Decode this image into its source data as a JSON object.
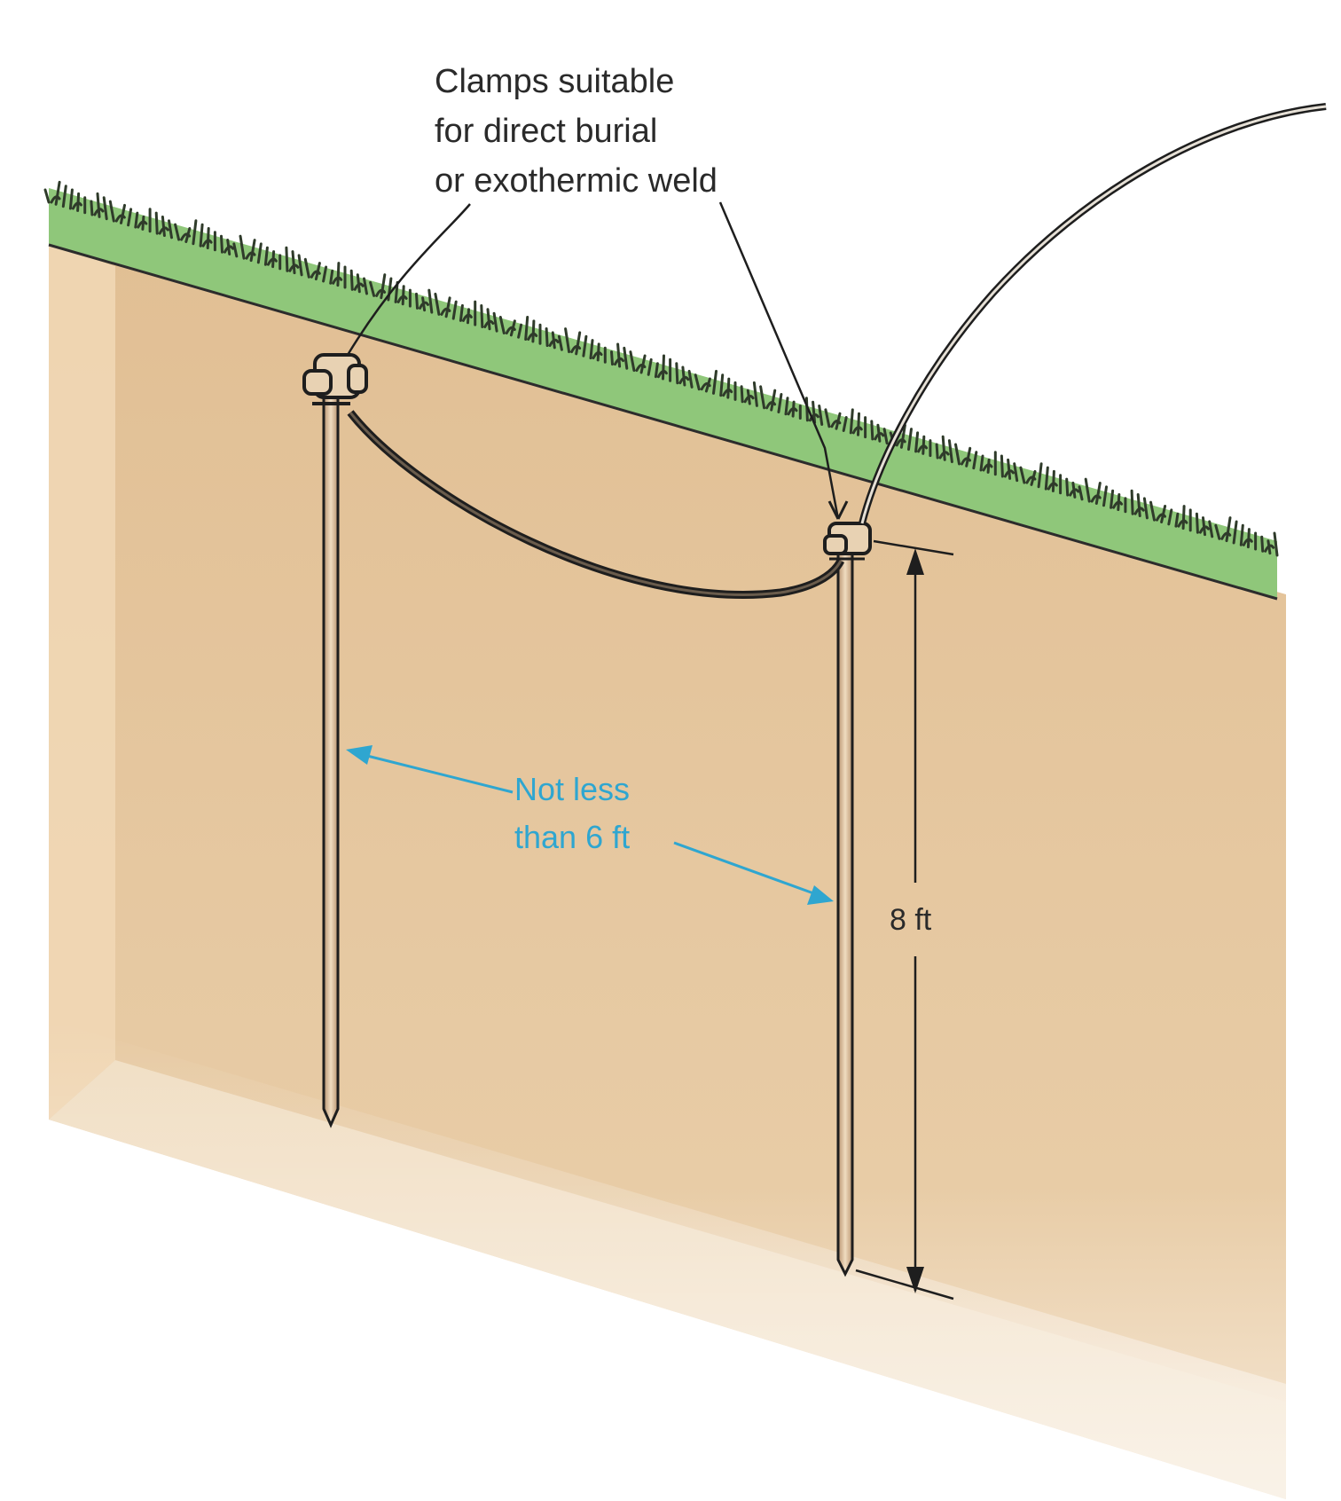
{
  "callout": {
    "lines": [
      "Clamps suitable",
      "for direct burial",
      "or exothermic weld"
    ]
  },
  "spacing": {
    "lines": [
      "Not less",
      "than 6 ft"
    ]
  },
  "depth": {
    "label": "8 ft"
  },
  "colors": {
    "soil": "#e4c49c",
    "soil_light": "#f3e1c9",
    "grass": "#8fc77a",
    "grass_dark": "#2f3b2a",
    "rod": "#d9b98f",
    "outline": "#1e1e1e",
    "spacing_arrow": "#2fa6d0"
  }
}
